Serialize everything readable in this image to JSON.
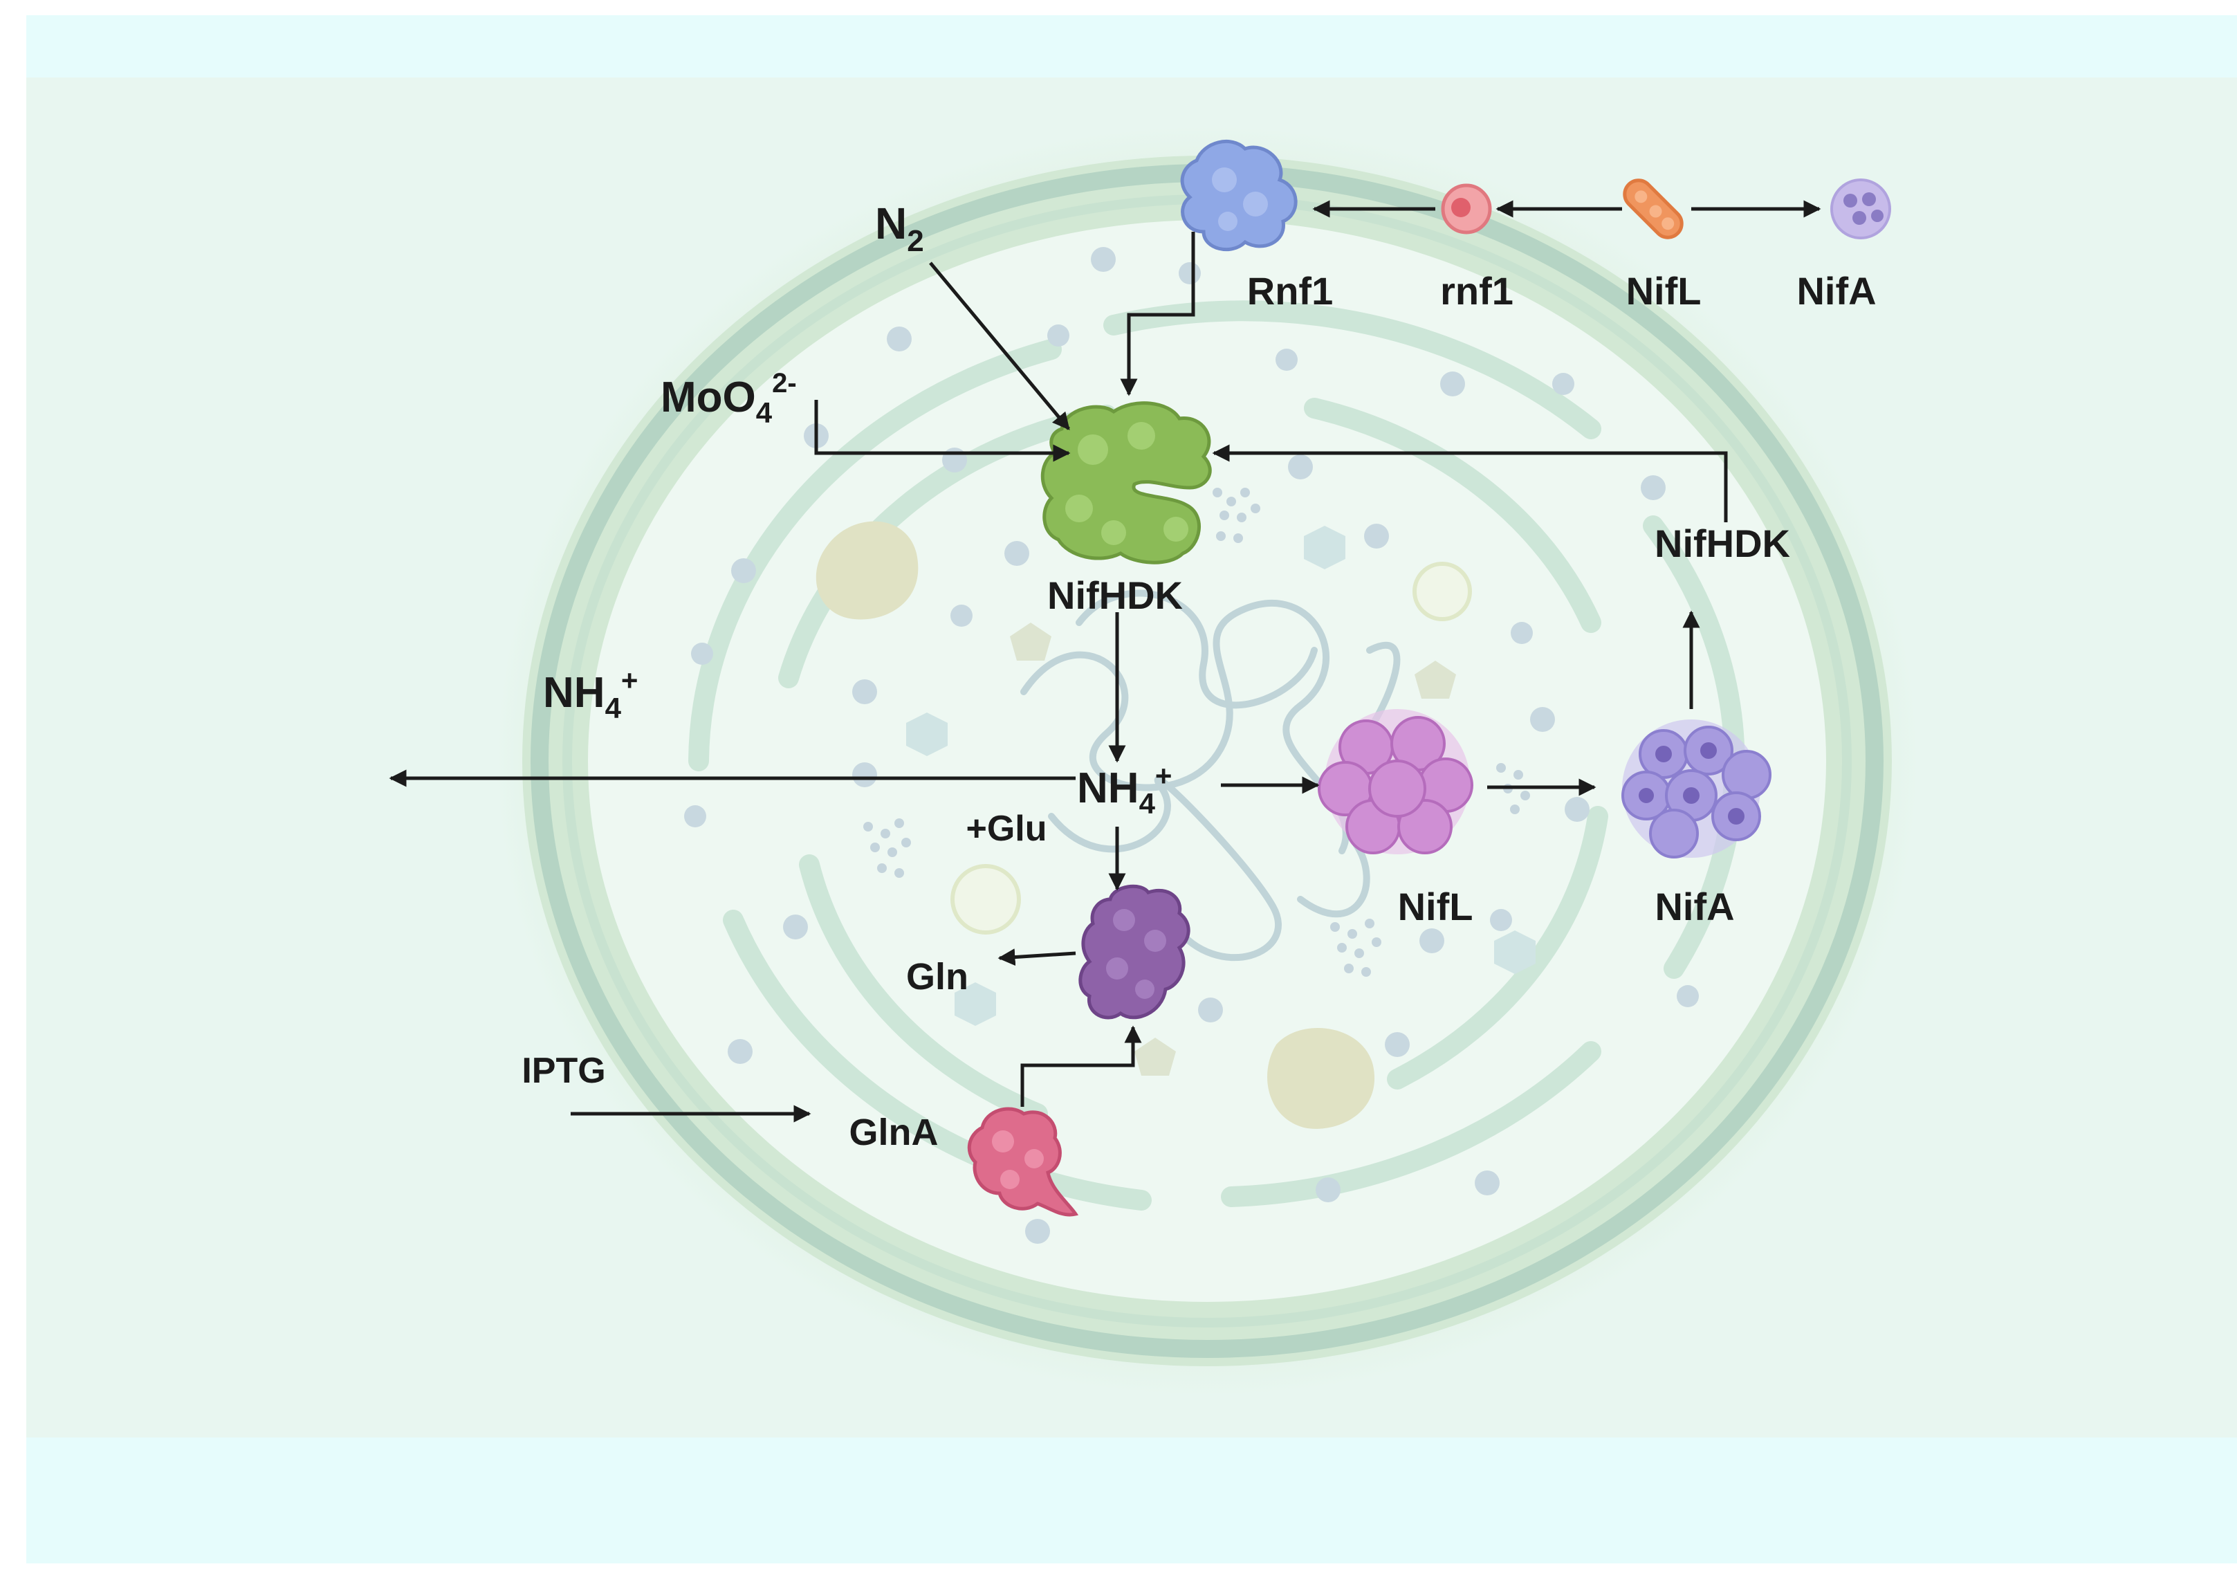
{
  "colors": {
    "background_band": "#e6fcfc",
    "background_panel": "#e8f6f0",
    "cell_outer": "#d6ecd6",
    "cell_wall": "#bcdccc",
    "cytoplasm": "#eef8f2",
    "nifhdk_green": "#8bbb57",
    "rnf1_blue": "#8fa8e6",
    "rnf1_gene_red": "#e87a84",
    "nifl_gene_orange": "#f0955e",
    "nifa_gene_purple": "#b4a4e0",
    "nifl_protein_pink": "#cf8fd4",
    "nifa_protein_lavender": "#a79bdf",
    "glutamine_synthetase_purple": "#8e62a8",
    "glna_pink": "#de6c8c",
    "arrow": "#1b1b1b"
  },
  "icons": {
    "nitrogenase": "nifhdk-protein-icon",
    "rnf1": "rnf1-protein-icon",
    "rnf1_gene": "rnf1-gene-icon",
    "nifl_gene": "nifl-gene-icon",
    "nifa_gene": "nifa-gene-icon",
    "nifl_protein": "nifl-protein-icon",
    "nifa_protein": "nifa-protein-icon",
    "glutamine_synthetase": "glutamine-synthetase-icon",
    "glna": "glna-protein-icon"
  },
  "labels": {
    "n2": {
      "base": "N",
      "sub": "2"
    },
    "molybdate": {
      "base": "MoO",
      "sub": "4",
      "sup": "2-"
    },
    "nh4_outside": {
      "base": "NH",
      "sub": "4",
      "sup": "+"
    },
    "nh4_center": {
      "base": "NH",
      "sub": "4",
      "sup": "+"
    },
    "nifhdk_center": "NifHDK",
    "nifhdk_right": "NifHDK",
    "rnf1_protein": "Rnf1",
    "rnf1_gene": "rnf1",
    "nifl_top": "NifL",
    "nifa_top": "NifA",
    "nifl_mid": "NifL",
    "nifa_mid": "NifA",
    "glu": "+Glu",
    "gln": "Gln",
    "iptg": "IPTG",
    "glna": "GlnA"
  }
}
